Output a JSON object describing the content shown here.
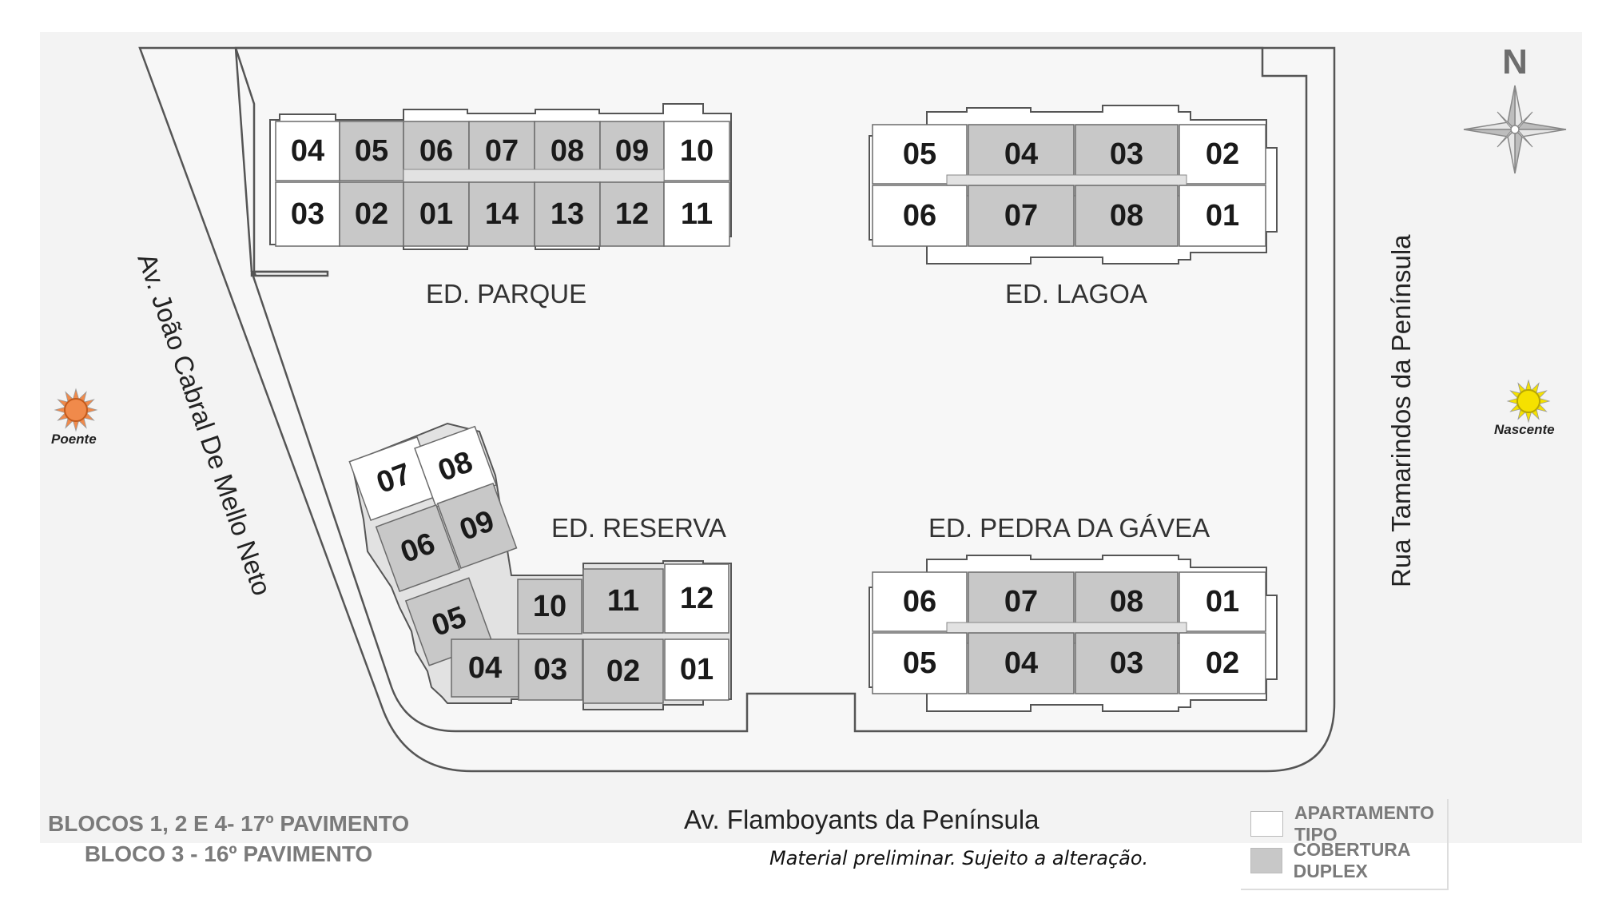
{
  "compass": {
    "label": "N",
    "icon": "compass-rose-icon"
  },
  "streets": {
    "west": "Av. João Cabral De Mello Neto",
    "east": "Rua Tamarindos da Península",
    "south": "Av. Flamboyants da Península"
  },
  "sun": {
    "west_label": "Poente",
    "east_label": "Nascente",
    "west_color": "#f08a4b",
    "east_color": "#f5e100"
  },
  "buildings": {
    "parque": {
      "name": "ED. PARQUE",
      "units": [
        {
          "num": "04",
          "type": "tipo"
        },
        {
          "num": "05",
          "type": "duplex"
        },
        {
          "num": "06",
          "type": "duplex"
        },
        {
          "num": "07",
          "type": "duplex"
        },
        {
          "num": "08",
          "type": "duplex"
        },
        {
          "num": "09",
          "type": "duplex"
        },
        {
          "num": "10",
          "type": "tipo"
        },
        {
          "num": "03",
          "type": "tipo"
        },
        {
          "num": "02",
          "type": "duplex"
        },
        {
          "num": "01",
          "type": "duplex"
        },
        {
          "num": "14",
          "type": "duplex"
        },
        {
          "num": "13",
          "type": "duplex"
        },
        {
          "num": "12",
          "type": "duplex"
        },
        {
          "num": "11",
          "type": "tipo"
        }
      ]
    },
    "lagoa": {
      "name": "ED. LAGOA",
      "units": [
        {
          "num": "05",
          "type": "tipo"
        },
        {
          "num": "04",
          "type": "duplex"
        },
        {
          "num": "03",
          "type": "duplex"
        },
        {
          "num": "02",
          "type": "tipo"
        },
        {
          "num": "06",
          "type": "tipo"
        },
        {
          "num": "07",
          "type": "duplex"
        },
        {
          "num": "08",
          "type": "duplex"
        },
        {
          "num": "01",
          "type": "tipo"
        }
      ]
    },
    "reserva": {
      "name": "ED. RESERVA",
      "units": [
        {
          "num": "07",
          "type": "tipo"
        },
        {
          "num": "08",
          "type": "tipo"
        },
        {
          "num": "06",
          "type": "duplex"
        },
        {
          "num": "09",
          "type": "duplex"
        },
        {
          "num": "05",
          "type": "duplex"
        },
        {
          "num": "10",
          "type": "duplex"
        },
        {
          "num": "11",
          "type": "duplex"
        },
        {
          "num": "12",
          "type": "tipo"
        },
        {
          "num": "04",
          "type": "duplex"
        },
        {
          "num": "03",
          "type": "duplex"
        },
        {
          "num": "02",
          "type": "duplex"
        },
        {
          "num": "01",
          "type": "tipo"
        }
      ]
    },
    "pedra": {
      "name": "ED. PEDRA DA GÁVEA",
      "units": [
        {
          "num": "06",
          "type": "tipo"
        },
        {
          "num": "07",
          "type": "duplex"
        },
        {
          "num": "08",
          "type": "duplex"
        },
        {
          "num": "01",
          "type": "tipo"
        },
        {
          "num": "05",
          "type": "tipo"
        },
        {
          "num": "04",
          "type": "duplex"
        },
        {
          "num": "03",
          "type": "duplex"
        },
        {
          "num": "02",
          "type": "tipo"
        }
      ]
    }
  },
  "floors": {
    "line1": "BLOCOS 1, 2 E 4- 17º PAVIMENTO",
    "line2": "BLOCO 3 - 16º PAVIMENTO"
  },
  "notice": "Material preliminar. Sujeito a alteração.",
  "legend": [
    {
      "label": "APARTAMENTO TIPO",
      "type": "tipo"
    },
    {
      "label": "COBERTURA DUPLEX",
      "type": "duplex"
    }
  ],
  "colors": {
    "tipo": "#ffffff",
    "duplex": "#c8c8c8",
    "corridor": "#e2e2e2",
    "outline": "#555555",
    "ground": "#f2f2f2"
  }
}
